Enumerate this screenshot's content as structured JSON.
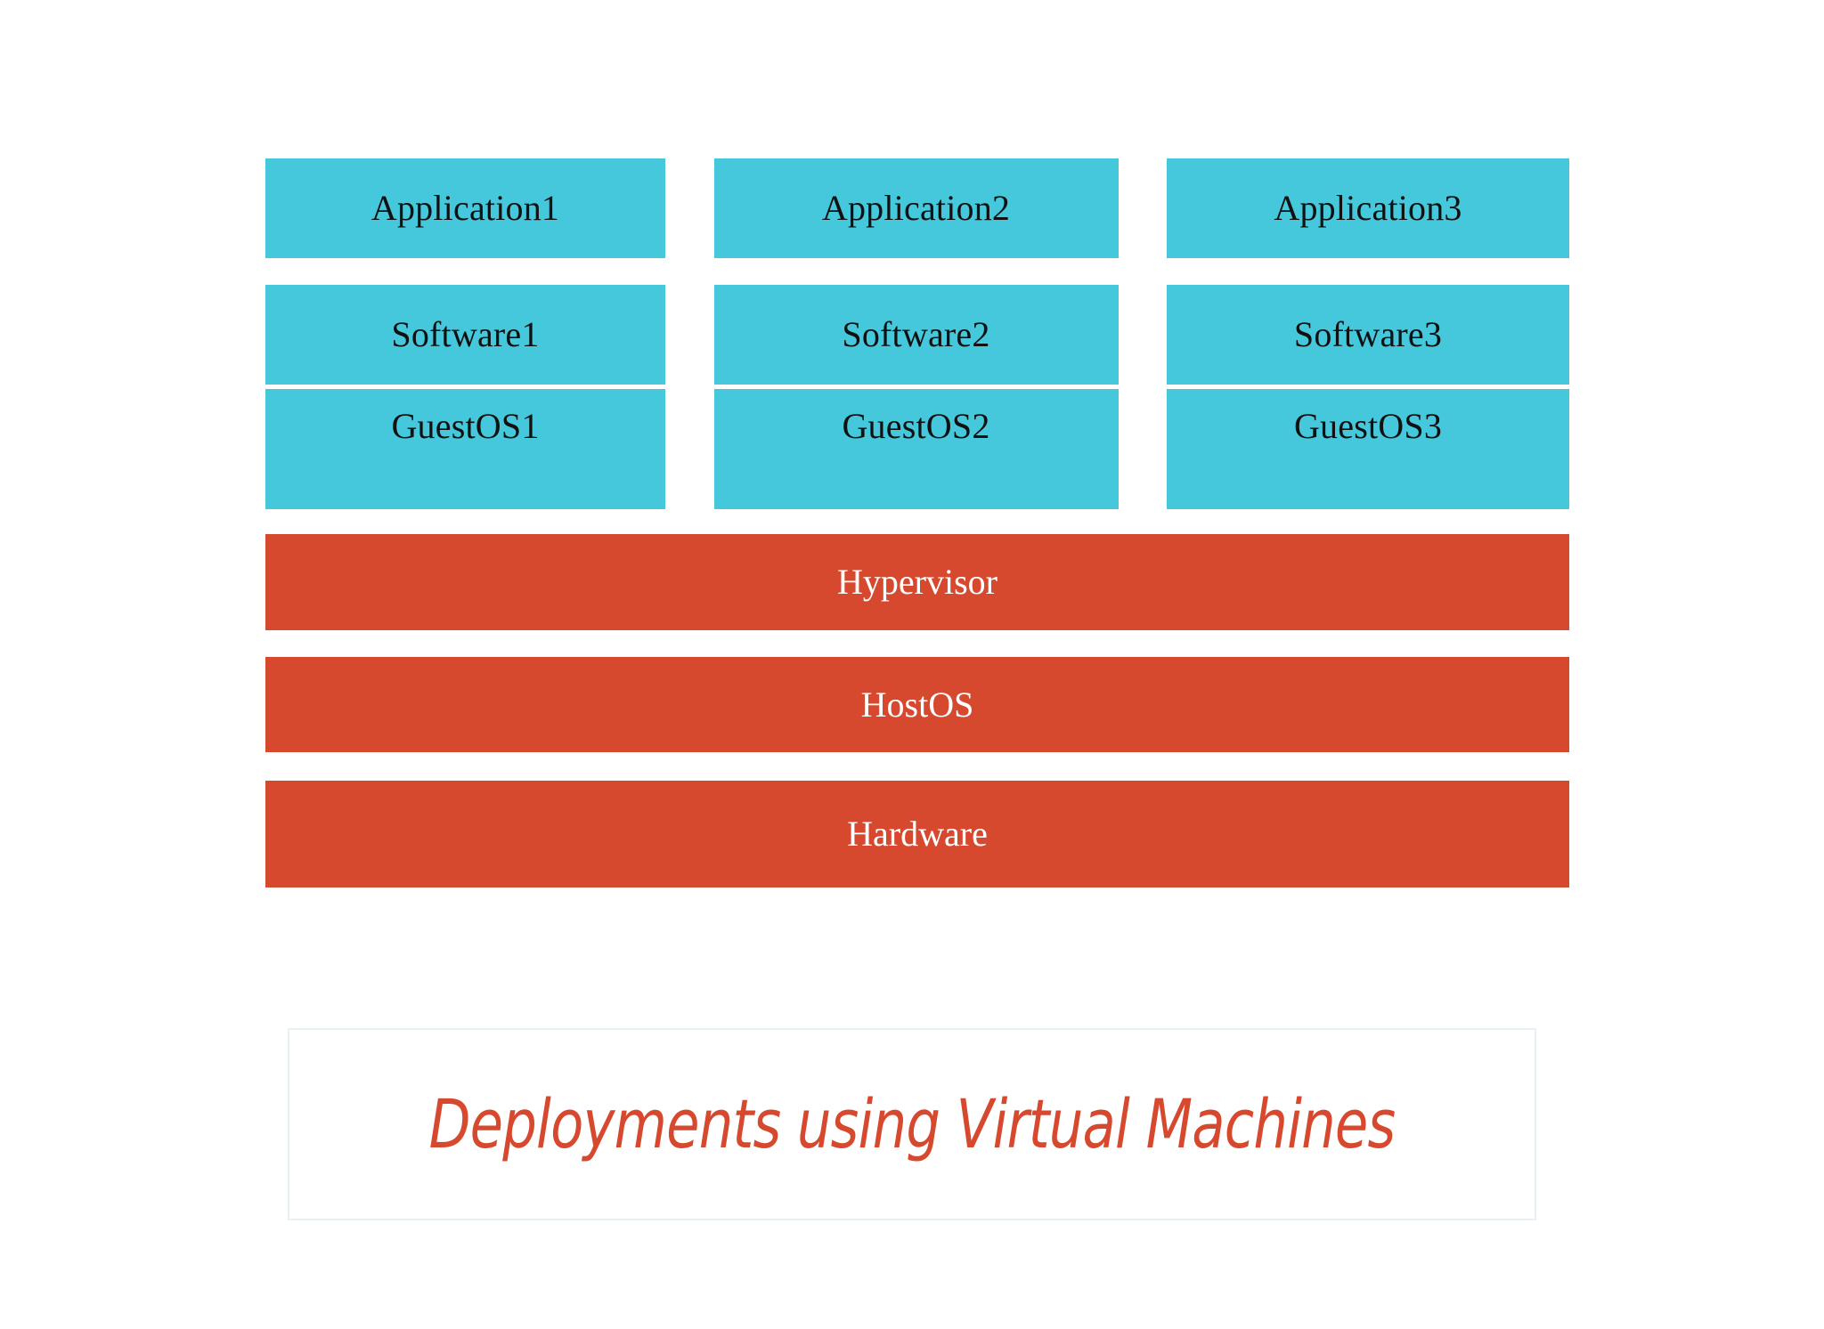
{
  "diagram": {
    "title": "Deployments using Virtual Machines",
    "colors": {
      "guest_layer": "#45c8dc",
      "host_layer": "#d7492f",
      "guest_text": "#111111",
      "host_text": "#ffffff",
      "caption_text": "#d7492f",
      "caption_border": "#e4f2f4",
      "background": "#ffffff"
    },
    "columns": [
      {
        "id": "vm1",
        "application": "Application1",
        "software": "Software1",
        "guest_os": "GuestOS1"
      },
      {
        "id": "vm2",
        "application": "Application2",
        "software": "Software2",
        "guest_os": "GuestOS2"
      },
      {
        "id": "vm3",
        "application": "Application3",
        "software": "Software3",
        "guest_os": "GuestOS3"
      }
    ],
    "host_layers": [
      {
        "id": "hypervisor",
        "label": "Hypervisor"
      },
      {
        "id": "hostos",
        "label": "HostOS"
      },
      {
        "id": "hardware",
        "label": "Hardware"
      }
    ],
    "caption": {
      "label": "Deployments using Virtual Machines"
    }
  }
}
